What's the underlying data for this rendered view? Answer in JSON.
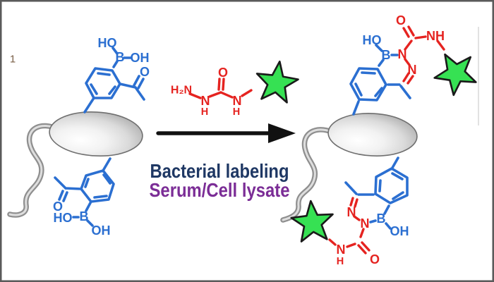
{
  "frame": {
    "border_color": "#5a5a5a",
    "background": "#ffffff"
  },
  "page_artifact": {
    "text": "1",
    "color": "#7a5f47"
  },
  "caption": {
    "line1": {
      "text": "Bacterial labeling",
      "color": "#1f3864"
    },
    "line2": {
      "text": "Serum/Cell lysate",
      "color": "#7b2d96"
    }
  },
  "palette": {
    "bond_blue": "#2b6fd1",
    "bond_red": "#e52320",
    "star_fill": "#36e153",
    "star_outline": "#1a1a1a",
    "arrow_black": "#111111",
    "cell_highlight": "#ffffff",
    "cell_shadow": "#7e7e7e"
  },
  "molecules": {
    "left_top_boronic": {
      "labels": {
        "ho": "HO",
        "b": "B",
        "oh": "OH",
        "o": "O"
      }
    },
    "left_bottom_boronic": {
      "labels": {
        "ho": "HO",
        "b": "B",
        "oh": "OH",
        "o": "O"
      }
    },
    "semicarbazide_probe": {
      "labels": {
        "h2n": "H₂N",
        "n1": "N",
        "h1": "H",
        "o": "O",
        "n2": "N",
        "h2": "H"
      }
    },
    "right_top_diazaborine": {
      "labels": {
        "ho": "HO",
        "b": "B",
        "n1": "N",
        "n2": "N",
        "o": "O",
        "nh": "NH"
      }
    },
    "right_bottom_diazaborine": {
      "labels": {
        "n1": "N",
        "n2": "N",
        "b": "B",
        "oh": "OH",
        "o": "O",
        "n3": "N",
        "h3": "H"
      }
    }
  }
}
